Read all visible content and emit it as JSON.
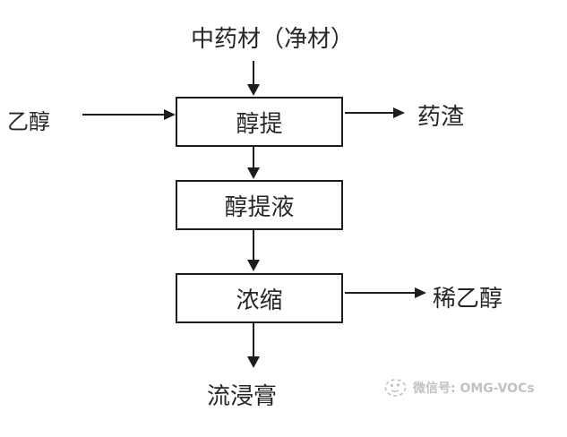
{
  "diagram": {
    "title": "中药材（净材）",
    "boxes": [
      {
        "id": "alcohol-extraction",
        "label": "醇提"
      },
      {
        "id": "alcohol-extract-liquid",
        "label": "醇提液"
      },
      {
        "id": "concentration",
        "label": "浓缩"
      }
    ],
    "labels": {
      "input_ethanol": "乙醇",
      "output_residue": "药渣",
      "output_dilute_ethanol": "稀乙醇",
      "output_fluid_extract": "流浸膏"
    }
  },
  "watermark": {
    "icon": "wechat-account-logo",
    "text": "微信号: OMG-VOCs"
  },
  "colors": {
    "background": "#ffffff",
    "line": "#1d1d1d",
    "text": "#262626",
    "box_border": "#1d1d1d",
    "watermark": "#c3c2c0"
  }
}
